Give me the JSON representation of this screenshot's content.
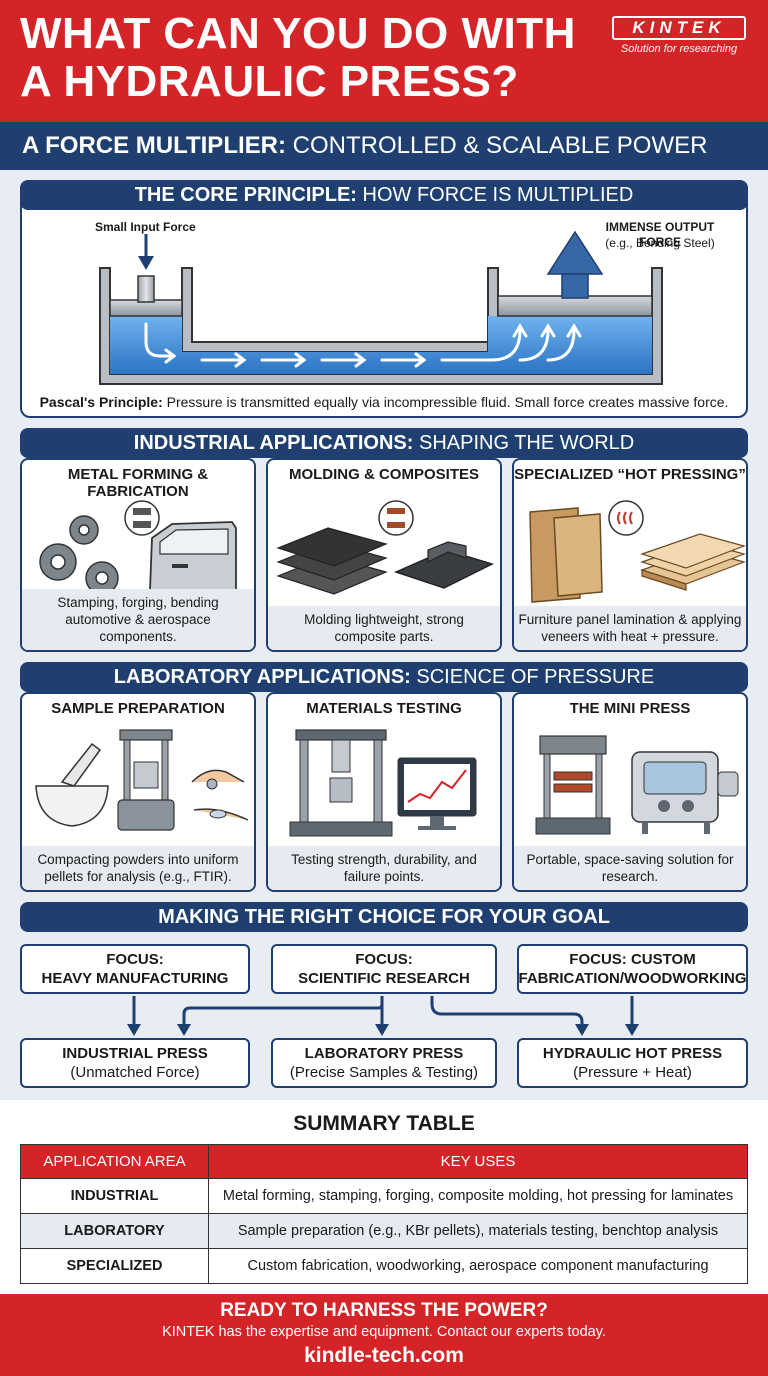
{
  "header": {
    "title": "What can you do with a hydraulic press?",
    "logo_text": "KINTEK",
    "logo_tagline": "Solution for researching"
  },
  "subheader": {
    "strong": "A force multiplier:",
    "rest": "Controlled & scalable power"
  },
  "core": {
    "banner_strong": "The core principle:",
    "banner_rest": "How force is multiplied",
    "input_label": "Small Input Force",
    "output_label": "IMMENSE OUTPUT FORCE",
    "output_sub": "(e.g., Bending Steel)",
    "pascal_strong": "Pascal's Principle:",
    "pascal_text": "Pressure is transmitted equally via incompressible fluid. Small force creates massive force."
  },
  "industrial": {
    "banner_strong": "Industrial applications:",
    "banner_rest": "Shaping the world",
    "cards": [
      {
        "title": "Metal forming & fabrication",
        "desc": "Stamping, forging, bending automotive & aerospace components."
      },
      {
        "title": "Molding & composites",
        "desc": "Molding lightweight, strong composite parts."
      },
      {
        "title": "Specialized “Hot pressing”",
        "desc": "Furniture panel lamination & applying veneers with heat + pressure."
      }
    ]
  },
  "laboratory": {
    "banner_strong": "Laboratory applications:",
    "banner_rest": "Science of pressure",
    "cards": [
      {
        "title": "Sample preparation",
        "desc": "Compacting powders into uniform pellets for analysis (e.g., FTIR)."
      },
      {
        "title": "Materials testing",
        "desc": "Testing strength, durability, and failure points."
      },
      {
        "title": "The mini press",
        "desc": "Portable, space-saving solution for research."
      }
    ]
  },
  "decision": {
    "banner": "Making the right choice for your goal",
    "focus": [
      {
        "line1": "FOCUS:",
        "line2": "HEAVY MANUFACTURING"
      },
      {
        "line1": "FOCUS:",
        "line2": "SCIENTIFIC RESEARCH"
      },
      {
        "line1": "FOCUS: CUSTOM",
        "line2": "FABRICATION/WOODWORKING"
      }
    ],
    "results": [
      {
        "line1": "INDUSTRIAL PRESS",
        "line2": "(Unmatched Force)"
      },
      {
        "line1": "LABORATORY PRESS",
        "line2": "(Precise Samples & Testing)"
      },
      {
        "line1": "HYDRAULIC HOT PRESS",
        "line2": "(Pressure + Heat)"
      }
    ]
  },
  "summary": {
    "title": "SUMMARY TABLE",
    "headers": [
      "APPLICATION AREA",
      "KEY USES"
    ],
    "rows": [
      [
        "INDUSTRIAL",
        "Metal forming, stamping, forging, composite molding, hot pressing for laminates"
      ],
      [
        "LABORATORY",
        "Sample preparation (e.g., KBr pellets), materials testing, benchtop analysis"
      ],
      [
        "SPECIALIZED",
        "Custom fabrication, woodworking, aerospace component manufacturing"
      ]
    ]
  },
  "footer": {
    "cta": "READY TO HARNESS THE POWER?",
    "sub": "KINTEK has the expertise and equipment. Contact our experts today.",
    "url": "kindle-tech.com"
  },
  "colors": {
    "brand_red": "#d42428",
    "navy": "#1e3f6f",
    "panel_blue": "#e6ebf1",
    "fluid_blue": "#3d8ad8"
  }
}
